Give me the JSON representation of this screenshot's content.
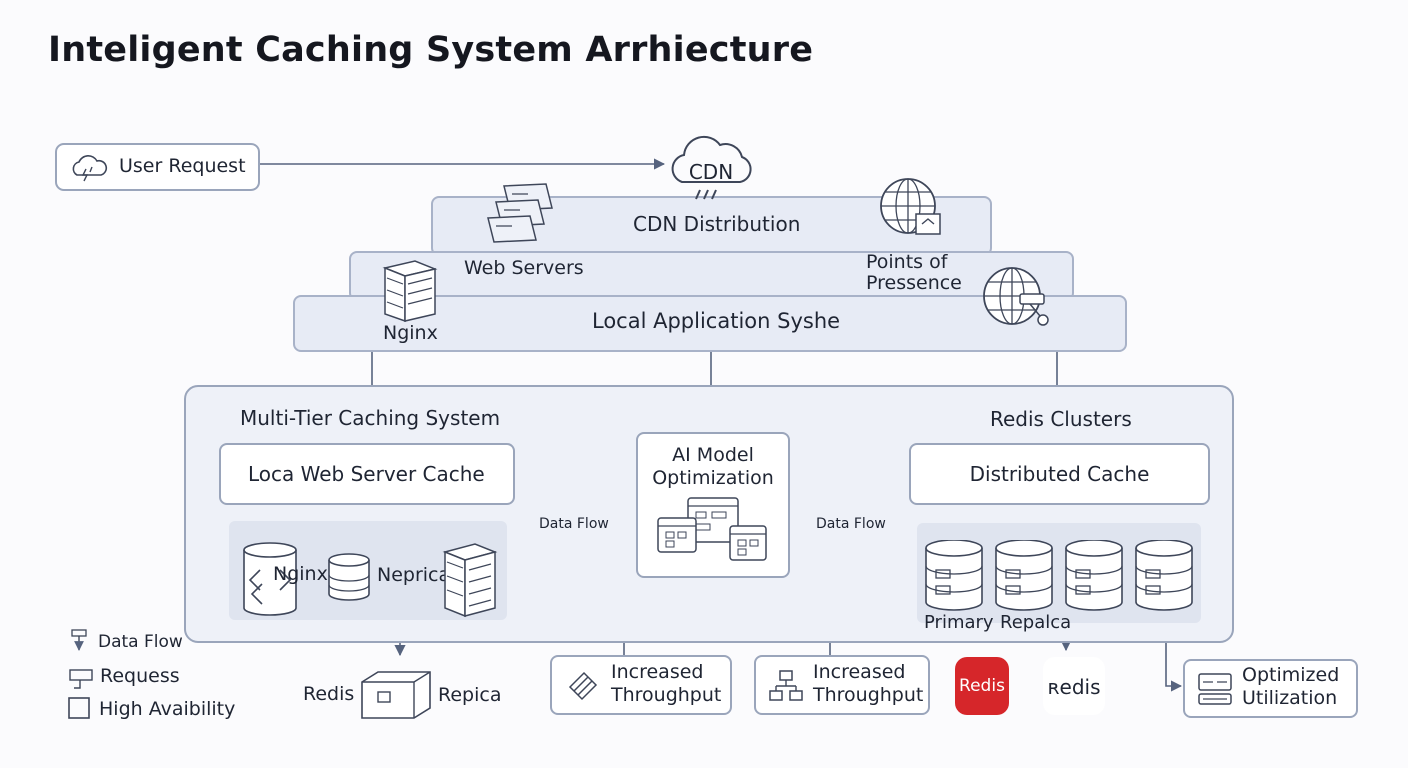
{
  "title": "Inteligent Caching System Arrhiecture",
  "user_request": "User Request",
  "cdn": {
    "cloud_label": "CDN",
    "distribution_label": "CDN Distribution",
    "web_servers_label": "Web Servers",
    "points_of_presence_label": "Points of\nPressence",
    "nginx_label": "Nginx"
  },
  "local_app": {
    "label": "Local Application Syshe"
  },
  "multi_tier": {
    "title": "Multi-Tier Caching System",
    "local_cache_label": "Loca Web Server Cache",
    "nginx_label": "Nginx",
    "nepr_label": "Neprica",
    "data_flow_left": "Data Flow"
  },
  "ai_model": {
    "label": "AI Model\nOptimization"
  },
  "redis_clusters": {
    "title": "Redis Clusters",
    "distributed_cache_label": "Distributed Cache",
    "data_flow_right": "Data Flow",
    "primary_label": "Primary",
    "replica_label": "Repalca"
  },
  "bottom": {
    "redis_left": "Redis",
    "repica": "Repica",
    "throughput_1": "Increased\nThroughput",
    "throughput_2": "Increased\nThroughput",
    "redis_logo_red": "Redis",
    "redis_logo_plain": "ʀedis",
    "optimized_utilization": "Optimized\nUtilization"
  },
  "legend": {
    "data_flow": "Data Flow",
    "request": "Requess",
    "high_availability": "High Avaibility"
  },
  "colors": {
    "band_fill": "#e7ebf5",
    "border": "#9aa5bb",
    "arrow": "#56637e",
    "redis_red": "#d6262a"
  }
}
